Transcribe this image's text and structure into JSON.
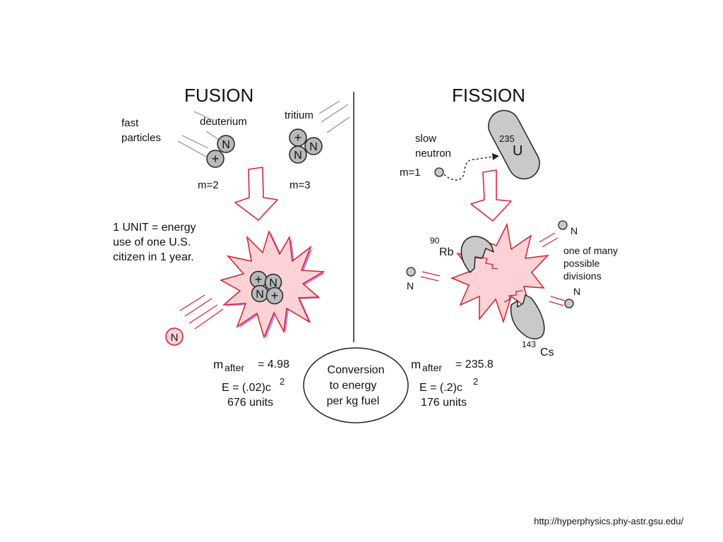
{
  "fusion": {
    "title": "FUSION",
    "fast_particles_label": [
      "fast",
      "particles"
    ],
    "deuterium_label": "deuterium",
    "tritium_label": "tritium",
    "deuterium_mass": "m=2",
    "tritium_mass": "m=3",
    "unit_definition": [
      "1 UNIT = energy",
      "use of one U.S.",
      "citizen in 1 year."
    ],
    "mass_after_symbol": "m",
    "mass_after_subscript": "after",
    "mass_after_value": "= 4.98",
    "energy_formula": "E = (.02)c",
    "energy_exponent": "2",
    "energy_units": "676 units",
    "emitted_particle": "N"
  },
  "fission": {
    "title": "FISSION",
    "slow_neutron_label": [
      "slow",
      "neutron"
    ],
    "neutron_mass": "m=1",
    "uranium_mass_number": "235",
    "uranium_symbol": "U",
    "rb_mass_number": "90",
    "rb_symbol": "Rb",
    "cs_mass_number": "143",
    "cs_symbol": "Cs",
    "divisions_note": [
      "one of many",
      "possible",
      "divisions"
    ],
    "emitted_neutron": "N",
    "mass_after_symbol": "m",
    "mass_after_subscript": "after",
    "mass_after_value": "= 235.8",
    "energy_formula": "E = (.2)c",
    "energy_exponent": "2",
    "energy_units": "176 units"
  },
  "center": {
    "conversion_text": [
      "Conversion",
      "to energy",
      "per kg fuel"
    ]
  },
  "nucleons": {
    "proton": "+",
    "neutron": "N"
  },
  "source_credit": "http://hyperphysics.phy-astr.gsu.edu/",
  "colors": {
    "nucleon_fill": "#b9b9b9",
    "burst_fill": "#fcd2d7",
    "burst_stroke": "#d0202e",
    "arrow_stroke": "#e0203a",
    "streak": "#e0203a",
    "fragment_fill": "#c9c9c9"
  }
}
